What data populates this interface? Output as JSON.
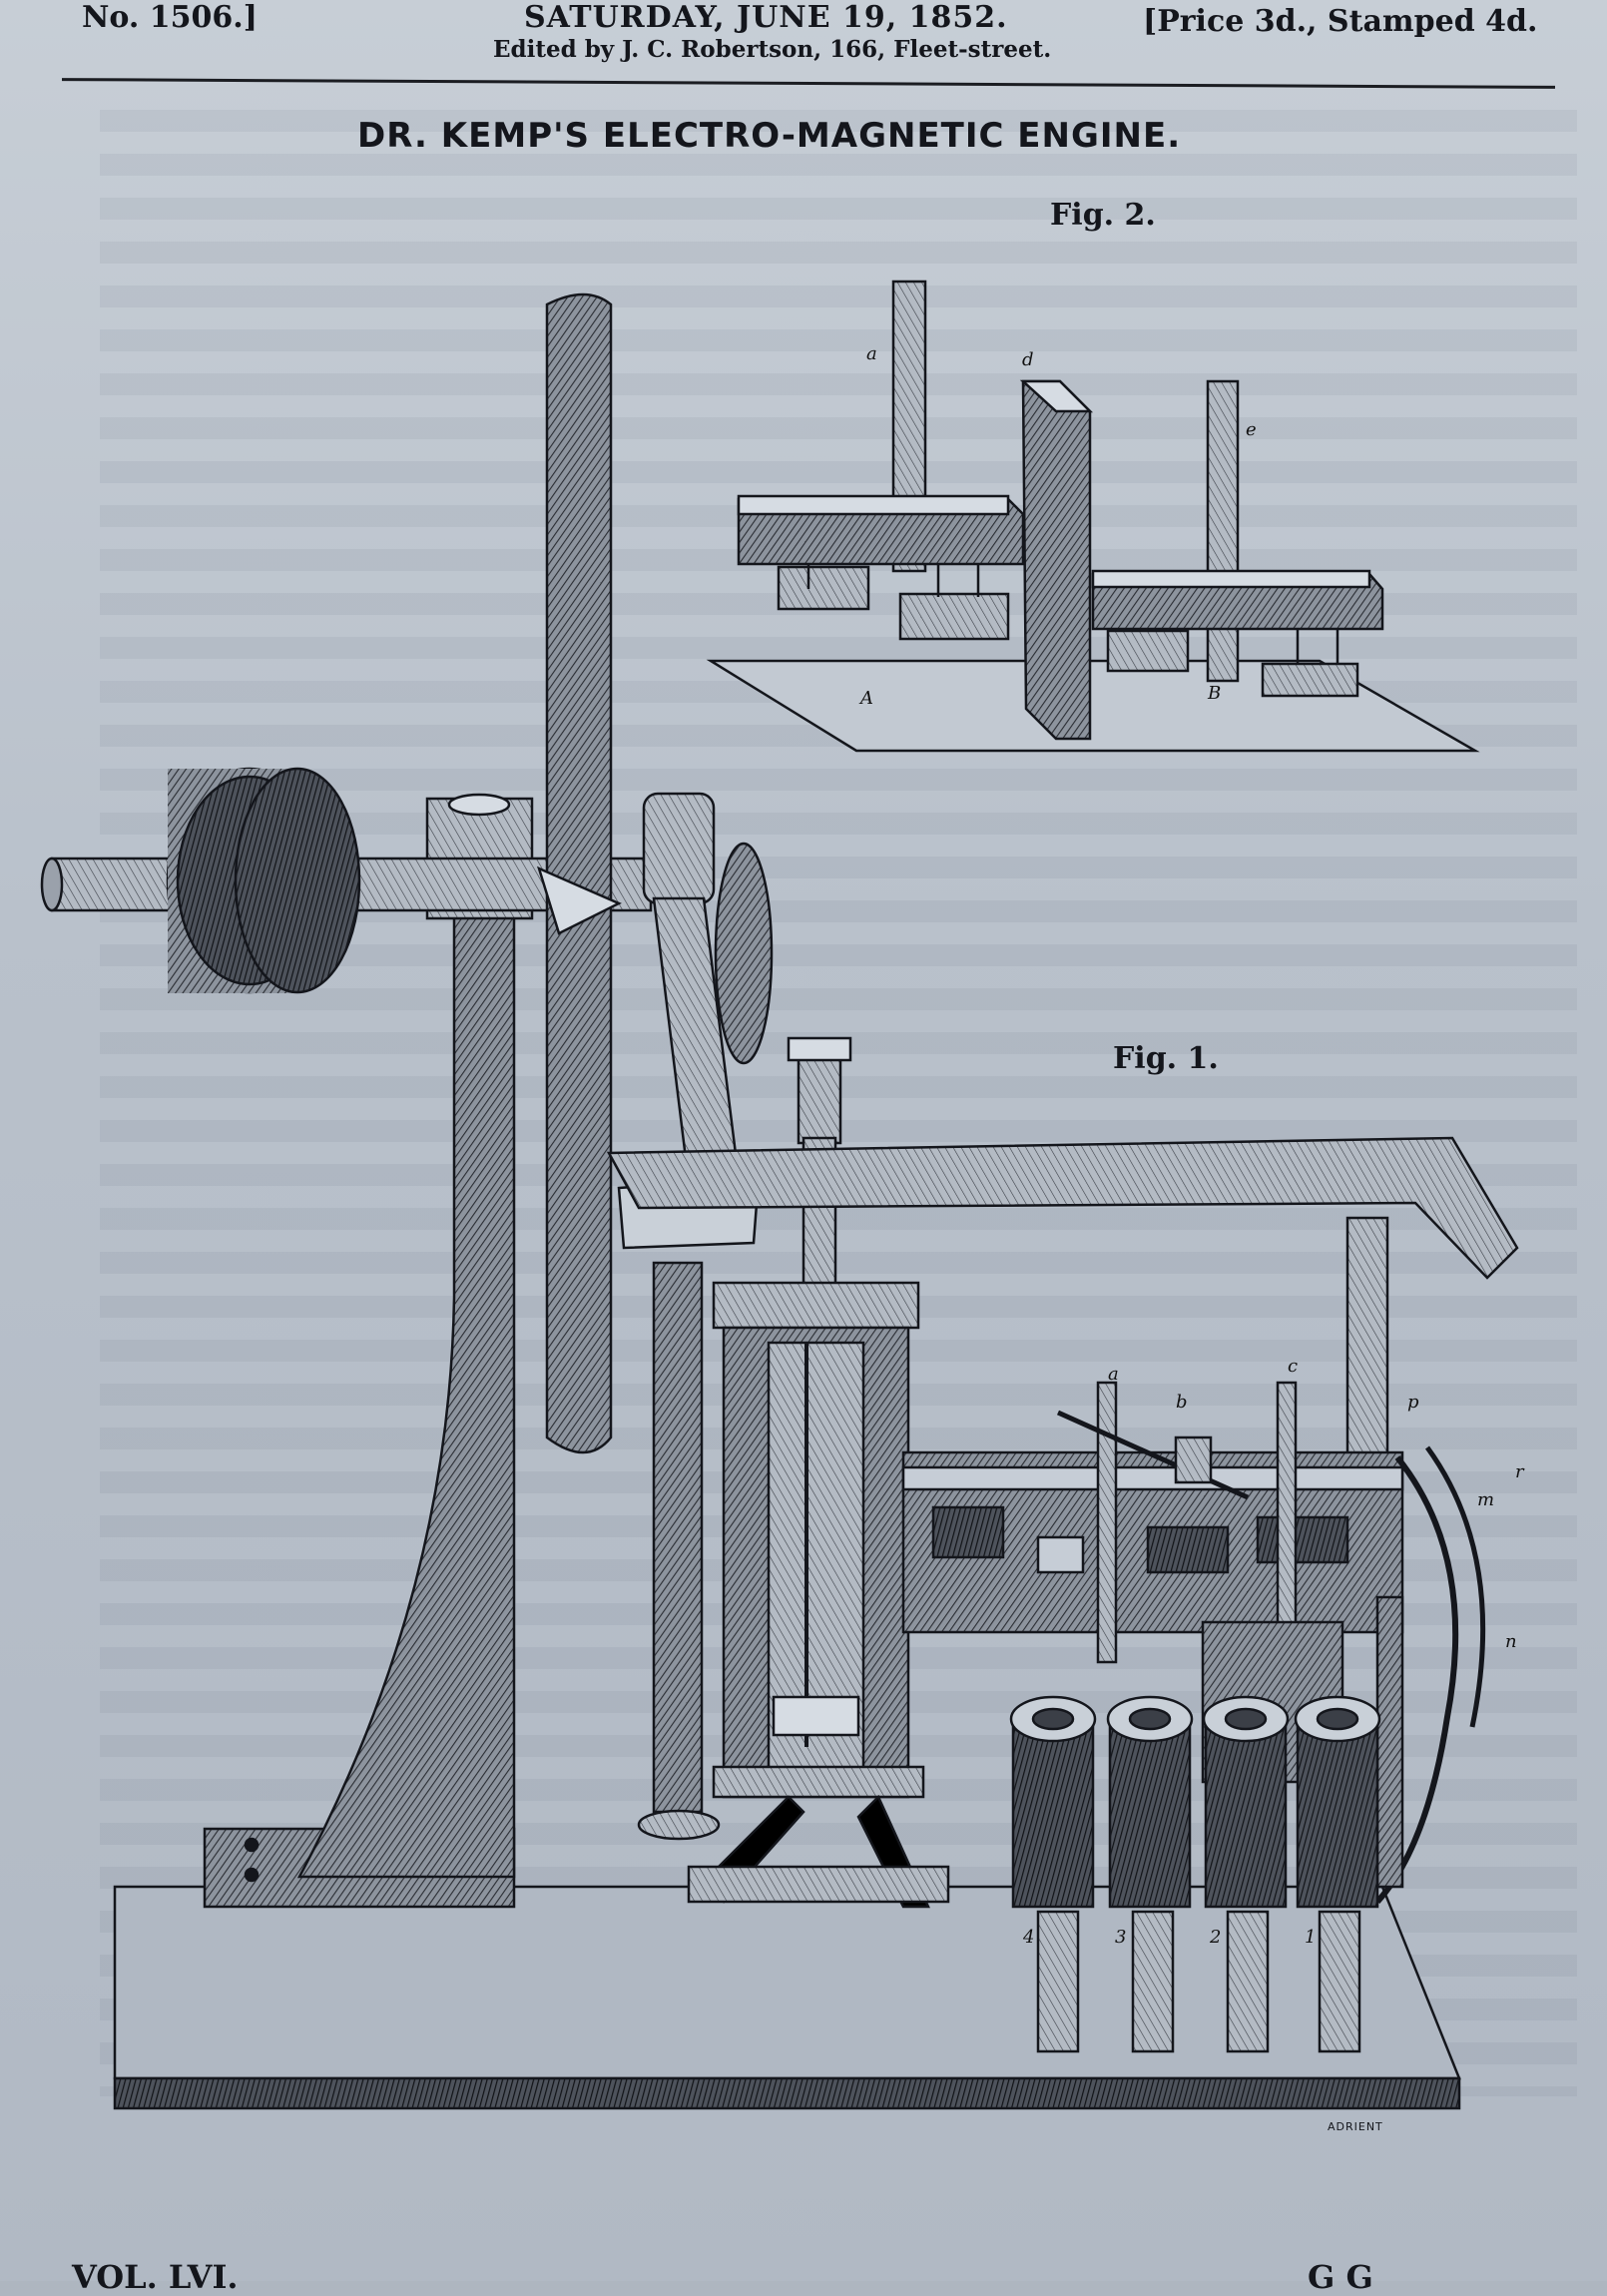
{
  "masthead": {
    "number": "No. 1506.]",
    "date": "SATURDAY, JUNE 19, 1852.",
    "price": "[Price 3d., Stamped 4d.",
    "editor": "Edited by J. C. Robertson, 166, Fleet-street."
  },
  "article": {
    "title": "DR. KEMP'S ELECTRO-MAGNETIC ENGINE."
  },
  "figures": {
    "fig2_label": "Fig. 2.",
    "fig1_label": "Fig. 1.",
    "fig2_letters": [
      "a",
      "d",
      "e",
      "A",
      "B"
    ],
    "fig1_letters": [
      "a",
      "b",
      "c",
      "p",
      "r",
      "m",
      "n",
      "1",
      "2",
      "3",
      "4"
    ]
  },
  "engraver_signature": "ADRIENT",
  "footer": {
    "volume": "VOL. LVI.",
    "signature": "G G"
  },
  "colors": {
    "paper": "#bac2cc",
    "ink": "#14161c"
  }
}
